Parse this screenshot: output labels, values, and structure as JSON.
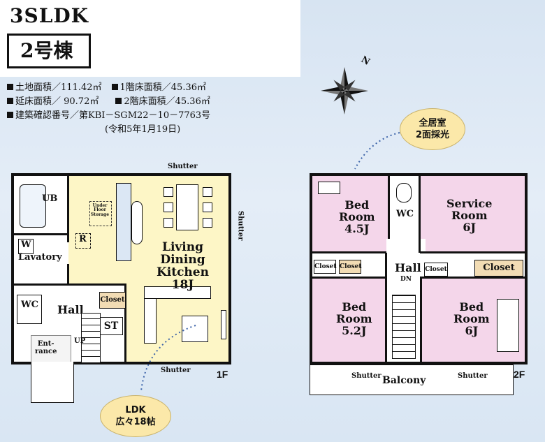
{
  "header": {
    "layout": "3SLDK",
    "unit": "2号棟"
  },
  "specs": {
    "land_area": "土地面積／111.42㎡",
    "floor1_area": "1階床面積／45.36㎡",
    "total_area": "延床面積／ 90.72㎡",
    "floor2_area": "2階床面積／45.36㎡",
    "permit": "建築確認番号／第KBI－SGM22－10－7763号",
    "permit_date": "(令和5年1月19日)"
  },
  "callouts": {
    "rooms_light_line1": "全居室",
    "rooms_light_line2": "2面採光",
    "ldk_line1": "LDK",
    "ldk_line2": "広々18帖"
  },
  "compass": {
    "north_label": "N"
  },
  "floor1": {
    "label": "1F",
    "ub": "UB",
    "w": "W",
    "lavatory": "Lavatory",
    "wc": "WC",
    "hall": "Hall",
    "entrance": "Ent-\nrance",
    "r": "R",
    "under_floor": "Under\nFloor\nStorage",
    "ldk": "Living\nDining\nKitchen\n18J",
    "closet": "Closet",
    "st": "ST",
    "up": "UP",
    "shutter_top": "Shutter",
    "shutter_right": "Shutter",
    "shutter_bottom": "Shutter"
  },
  "floor2": {
    "label": "2F",
    "bed1": "Bed\nRoom\n4.5J",
    "service": "Service\nRoom\n6J",
    "wc": "WC",
    "hall": "Hall",
    "dn": "DN",
    "closet_a": "Closet",
    "closet_b": "Closet",
    "closet_c": "Closet",
    "closet_d": "Closet",
    "bed2": "Bed\nRoom\n5.2J",
    "bed3": "Bed\nRoom\n6J",
    "balcony": "Balcony",
    "shutter_left": "Shutter",
    "shutter_right": "Shutter"
  }
}
